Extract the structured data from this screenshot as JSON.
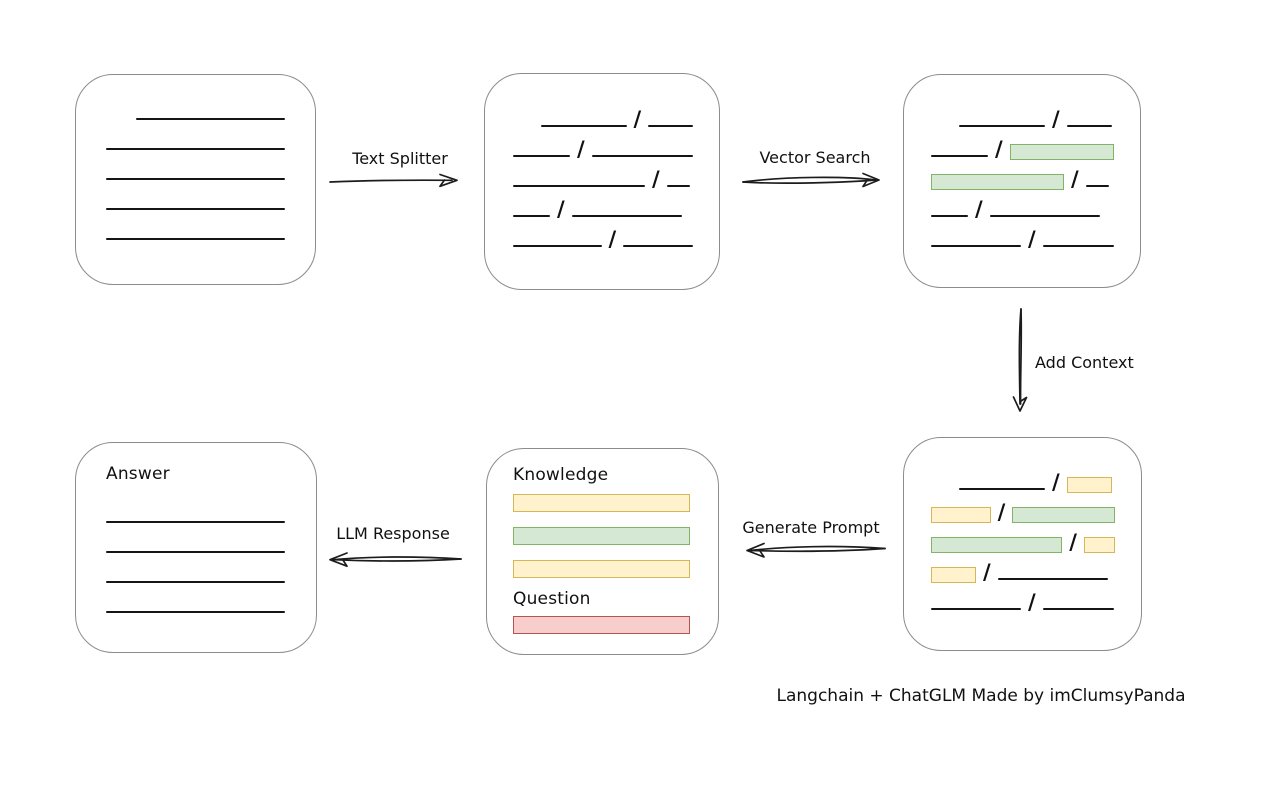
{
  "labels": {
    "text_splitter": "Text Splitter",
    "vector_search": "Vector Search",
    "add_context": "Add Context",
    "generate_prompt": "Generate Prompt",
    "llm_response": "LLM Response",
    "knowledge": "Knowledge",
    "question": "Question",
    "answer": "Answer",
    "caption": "Langchain + ChatGLM Made by imClumsyPanda"
  },
  "colors": {
    "green_fill": "#d5e8d4",
    "green_border": "#82b366",
    "yellow_fill": "#fff2cc",
    "yellow_border": "#d6b656",
    "red_fill": "#f8cecc",
    "red_border": "#b85450",
    "box_border": "#8c8c8c",
    "line": "#151515"
  },
  "boxes": {
    "document": {
      "rows": [
        [
          {
            "t": "gap",
            "w": 30
          },
          {
            "t": "line",
            "w": 149
          }
        ],
        [
          {
            "t": "line",
            "w": 179
          }
        ],
        [
          {
            "t": "line",
            "w": 179
          }
        ],
        [
          {
            "t": "line",
            "w": 179
          }
        ],
        [
          {
            "t": "line",
            "w": 179
          }
        ]
      ]
    },
    "chunks": {
      "rows": [
        [
          {
            "t": "gap",
            "w": 28
          },
          {
            "t": "line",
            "w": 86
          },
          {
            "t": "slash"
          },
          {
            "t": "line",
            "w": 45
          }
        ],
        [
          {
            "t": "line",
            "w": 58
          },
          {
            "t": "slash"
          },
          {
            "t": "line",
            "w": 103
          }
        ],
        [
          {
            "t": "line",
            "w": 132
          },
          {
            "t": "slash"
          },
          {
            "t": "line",
            "w": 23
          }
        ],
        [
          {
            "t": "line",
            "w": 37
          },
          {
            "t": "slash"
          },
          {
            "t": "line",
            "w": 110
          }
        ],
        [
          {
            "t": "line",
            "w": 90
          },
          {
            "t": "slash"
          },
          {
            "t": "line",
            "w": 71
          }
        ]
      ]
    },
    "matched_chunks": {
      "rows": [
        [
          {
            "t": "gap",
            "w": 28
          },
          {
            "t": "line",
            "w": 86
          },
          {
            "t": "slash"
          },
          {
            "t": "line",
            "w": 45
          }
        ],
        [
          {
            "t": "line",
            "w": 58
          },
          {
            "t": "slash"
          },
          {
            "t": "green",
            "w": 104
          }
        ],
        [
          {
            "t": "green",
            "w": 131
          },
          {
            "t": "slash"
          },
          {
            "t": "line",
            "w": 23
          }
        ],
        [
          {
            "t": "line",
            "w": 37
          },
          {
            "t": "slash"
          },
          {
            "t": "line",
            "w": 110
          }
        ],
        [
          {
            "t": "line",
            "w": 90
          },
          {
            "t": "slash"
          },
          {
            "t": "line",
            "w": 71
          }
        ]
      ]
    },
    "context_chunks": {
      "rows": [
        [
          {
            "t": "gap",
            "w": 28
          },
          {
            "t": "line",
            "w": 86
          },
          {
            "t": "slash"
          },
          {
            "t": "yellow",
            "w": 43
          }
        ],
        [
          {
            "t": "yellow",
            "w": 59
          },
          {
            "t": "slash"
          },
          {
            "t": "green",
            "w": 103
          }
        ],
        [
          {
            "t": "green",
            "w": 133
          },
          {
            "t": "slash"
          },
          {
            "t": "yellow",
            "w": 30
          }
        ],
        [
          {
            "t": "yellow",
            "w": 43
          },
          {
            "t": "slash"
          },
          {
            "t": "line",
            "w": 110
          }
        ],
        [
          {
            "t": "line",
            "w": 90
          },
          {
            "t": "slash"
          },
          {
            "t": "line",
            "w": 71
          }
        ]
      ]
    },
    "knowledge_bars": {
      "rows": [
        [
          {
            "t": "yellow",
            "w": 175
          }
        ],
        [
          {
            "t": "green",
            "w": 175
          }
        ],
        [
          {
            "t": "yellow",
            "w": 175
          }
        ]
      ]
    },
    "question_bars": {
      "rows": [
        [
          {
            "t": "red",
            "w": 175
          }
        ]
      ]
    },
    "answer_lines": {
      "rows": [
        [
          {
            "t": "line",
            "w": 179
          }
        ],
        [
          {
            "t": "line",
            "w": 179
          }
        ],
        [
          {
            "t": "line",
            "w": 179
          }
        ],
        [
          {
            "t": "line",
            "w": 179
          }
        ]
      ]
    }
  }
}
